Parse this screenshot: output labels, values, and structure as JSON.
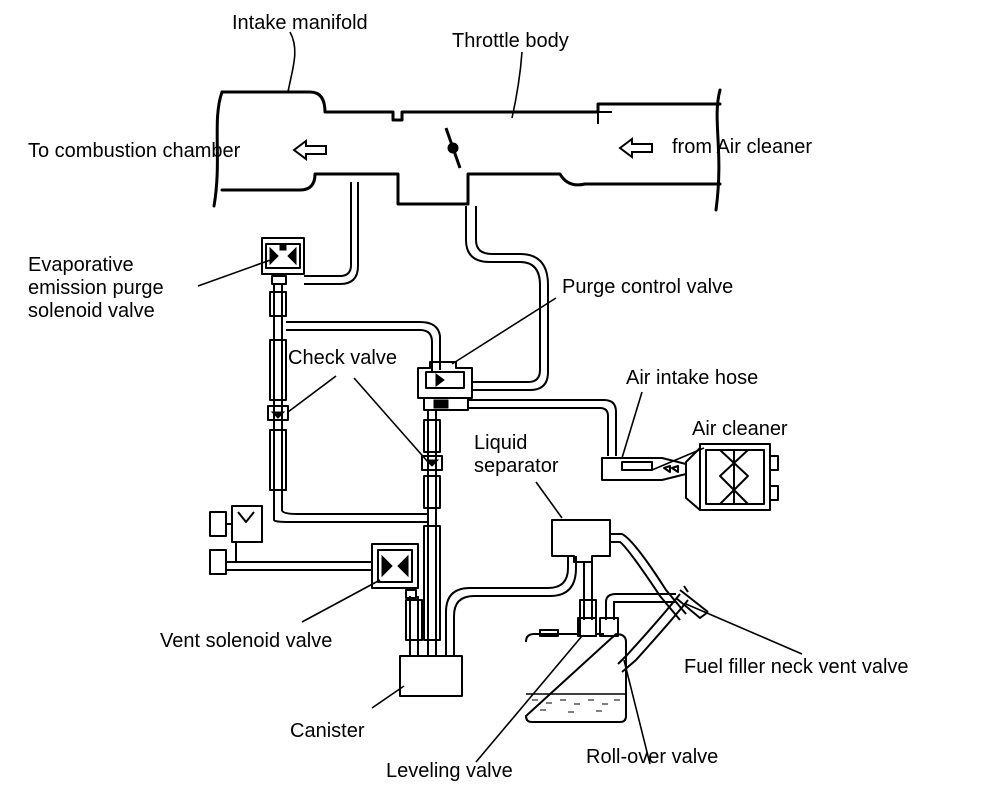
{
  "labels": {
    "intake_manifold": "Intake manifold",
    "throttle_body": "Throttle body",
    "to_combustion_chamber": "To combustion chamber",
    "from_air_cleaner": "from Air cleaner",
    "evap_purge_line1": "Evaporative",
    "evap_purge_line2": "emission purge",
    "evap_purge_line3": "solenoid valve",
    "purge_control_valve": "Purge control valve",
    "check_valve": "Check valve",
    "air_intake_hose": "Air intake hose",
    "air_cleaner": "Air cleaner",
    "liquid_separator_line1": "Liquid",
    "liquid_separator_line2": "separator",
    "vent_solenoid_valve": "Vent solenoid valve",
    "fuel_filler_neck_vent_valve": "Fuel filler neck vent valve",
    "canister": "Canister",
    "leveling_valve": "Leveling valve",
    "roll_over_valve": "Roll-over valve"
  },
  "icons": {
    "to_combustion_arrow": "hollow-left-arrow",
    "from_air_cleaner_arrow": "hollow-left-arrow"
  }
}
